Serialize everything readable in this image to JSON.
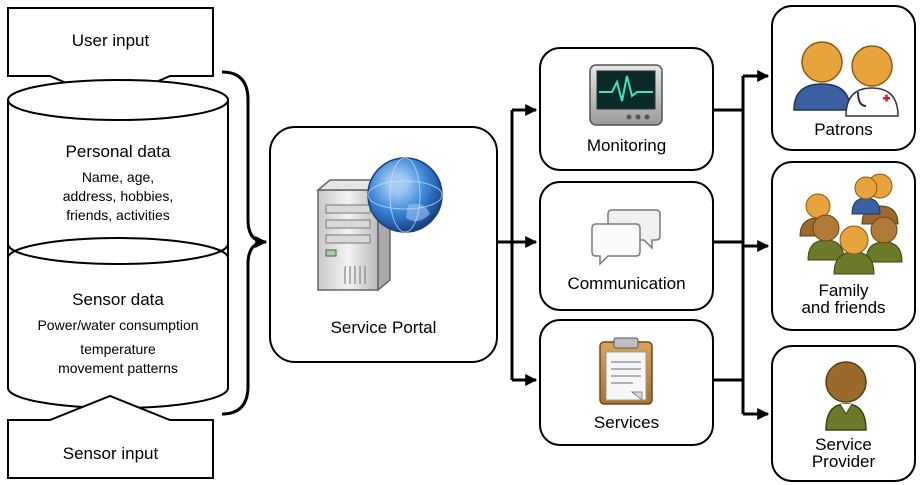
{
  "user_input": {
    "label": "User input"
  },
  "sensor_input": {
    "label": "Sensor input"
  },
  "personal_data": {
    "title": "Personal data",
    "lines": [
      "Name, age,",
      "address, hobbies,",
      "friends, activities"
    ]
  },
  "sensor_data": {
    "title": "Sensor data",
    "lines": [
      "Power/water consumption",
      "temperature",
      "movement patterns"
    ]
  },
  "service_portal": {
    "label": "Service Portal",
    "icon": "server-globe-icon"
  },
  "middle": [
    {
      "label": "Monitoring",
      "icon": "monitor-heartbeat-icon"
    },
    {
      "label": "Communication",
      "icon": "speech-bubbles-icon"
    },
    {
      "label": "Services",
      "icon": "clipboard-icon"
    }
  ],
  "right": [
    {
      "label": "Patrons",
      "icon": "patrons-icon"
    },
    {
      "label": "Family\nand friends",
      "icon": "group-people-icon"
    },
    {
      "label": "Service\nProvider",
      "icon": "service-provider-icon"
    }
  ],
  "colors": {
    "stroke": "#000000",
    "orange_person": "#e7a43c",
    "olive_person": "#6c7a2a",
    "blue_person": "#3b5fa0",
    "brown_person": "#9a6a2c",
    "globe_blue": "#2d6fc4"
  }
}
